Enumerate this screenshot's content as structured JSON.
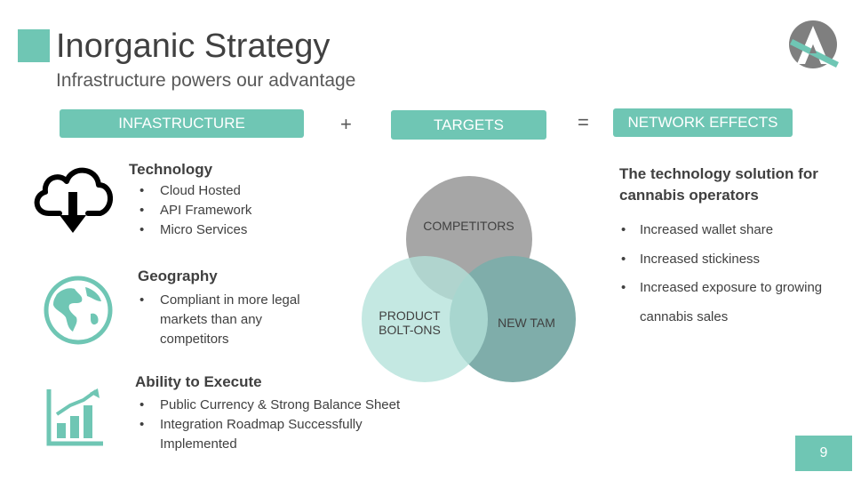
{
  "slide": {
    "title": "Inorganic Strategy",
    "subtitle": "Infrastructure powers our advantage",
    "page_number": "9"
  },
  "equation": {
    "infrastructure_label": "INFASTRUCTURE",
    "plus": "+",
    "targets_label": "TARGETS",
    "equals": "=",
    "network_label": "NETWORK EFFECTS"
  },
  "sections": [
    {
      "heading": "Technology",
      "icon": "cloud-download-icon",
      "bullets": [
        "Cloud Hosted",
        "API Framework",
        "Micro Services"
      ]
    },
    {
      "heading": "Geography",
      "icon": "globe-icon",
      "bullets": [
        "Compliant in more legal markets than any competitors"
      ]
    },
    {
      "heading": "Ability to Execute",
      "icon": "growth-chart-icon",
      "bullets": [
        "Public Currency & Strong Balance Sheet",
        "Integration Roadmap Successfully Implemented"
      ]
    }
  ],
  "venn": {
    "competitors": "COMPETITORS",
    "product_line1": "PRODUCT",
    "product_line2": "BOLT-ONS",
    "new_tam": "NEW TAM"
  },
  "network": {
    "heading": "The technology solution for cannabis operators",
    "bullets": [
      "Increased wallet share",
      "Increased stickiness",
      "Increased exposure to growing cannabis sales"
    ]
  },
  "colors": {
    "accent": "#6fc6b4",
    "competitors": "#a6a6a6",
    "product": "#b4e2da",
    "new_tam": "#7fadaa",
    "icon": "#6fc6b4"
  },
  "logo": {
    "icon": "company-logo-icon"
  }
}
